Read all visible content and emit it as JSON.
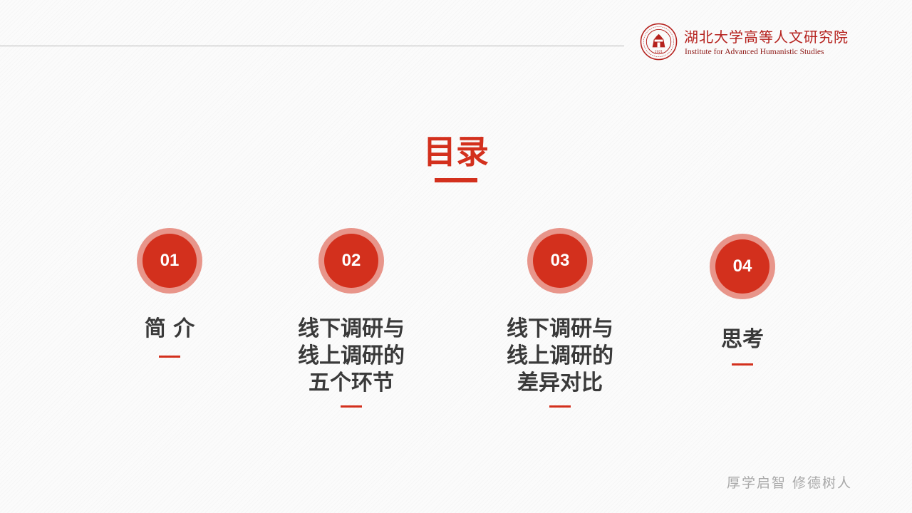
{
  "header": {
    "logo": {
      "name_cn": "湖北大学高等人文研究院",
      "name_en": "Institute for Advanced Humanistic Studies",
      "seal_year": "2021"
    }
  },
  "main": {
    "title": "目录",
    "items": [
      {
        "number": "01",
        "lines": [
          "简 介"
        ]
      },
      {
        "number": "02",
        "lines": [
          "线下调研与",
          "线上调研的",
          "五个环节"
        ]
      },
      {
        "number": "03",
        "lines": [
          "线下调研与",
          "线上调研的",
          "差异对比"
        ]
      },
      {
        "number": "04",
        "lines": [
          "思考"
        ]
      }
    ]
  },
  "footer": {
    "motto": "厚学启智  修德树人"
  },
  "colors": {
    "accent": "#d3301d",
    "badge_ring": "#e8958a",
    "text": "#3a3a3a",
    "logo_red": "#b5211d"
  }
}
